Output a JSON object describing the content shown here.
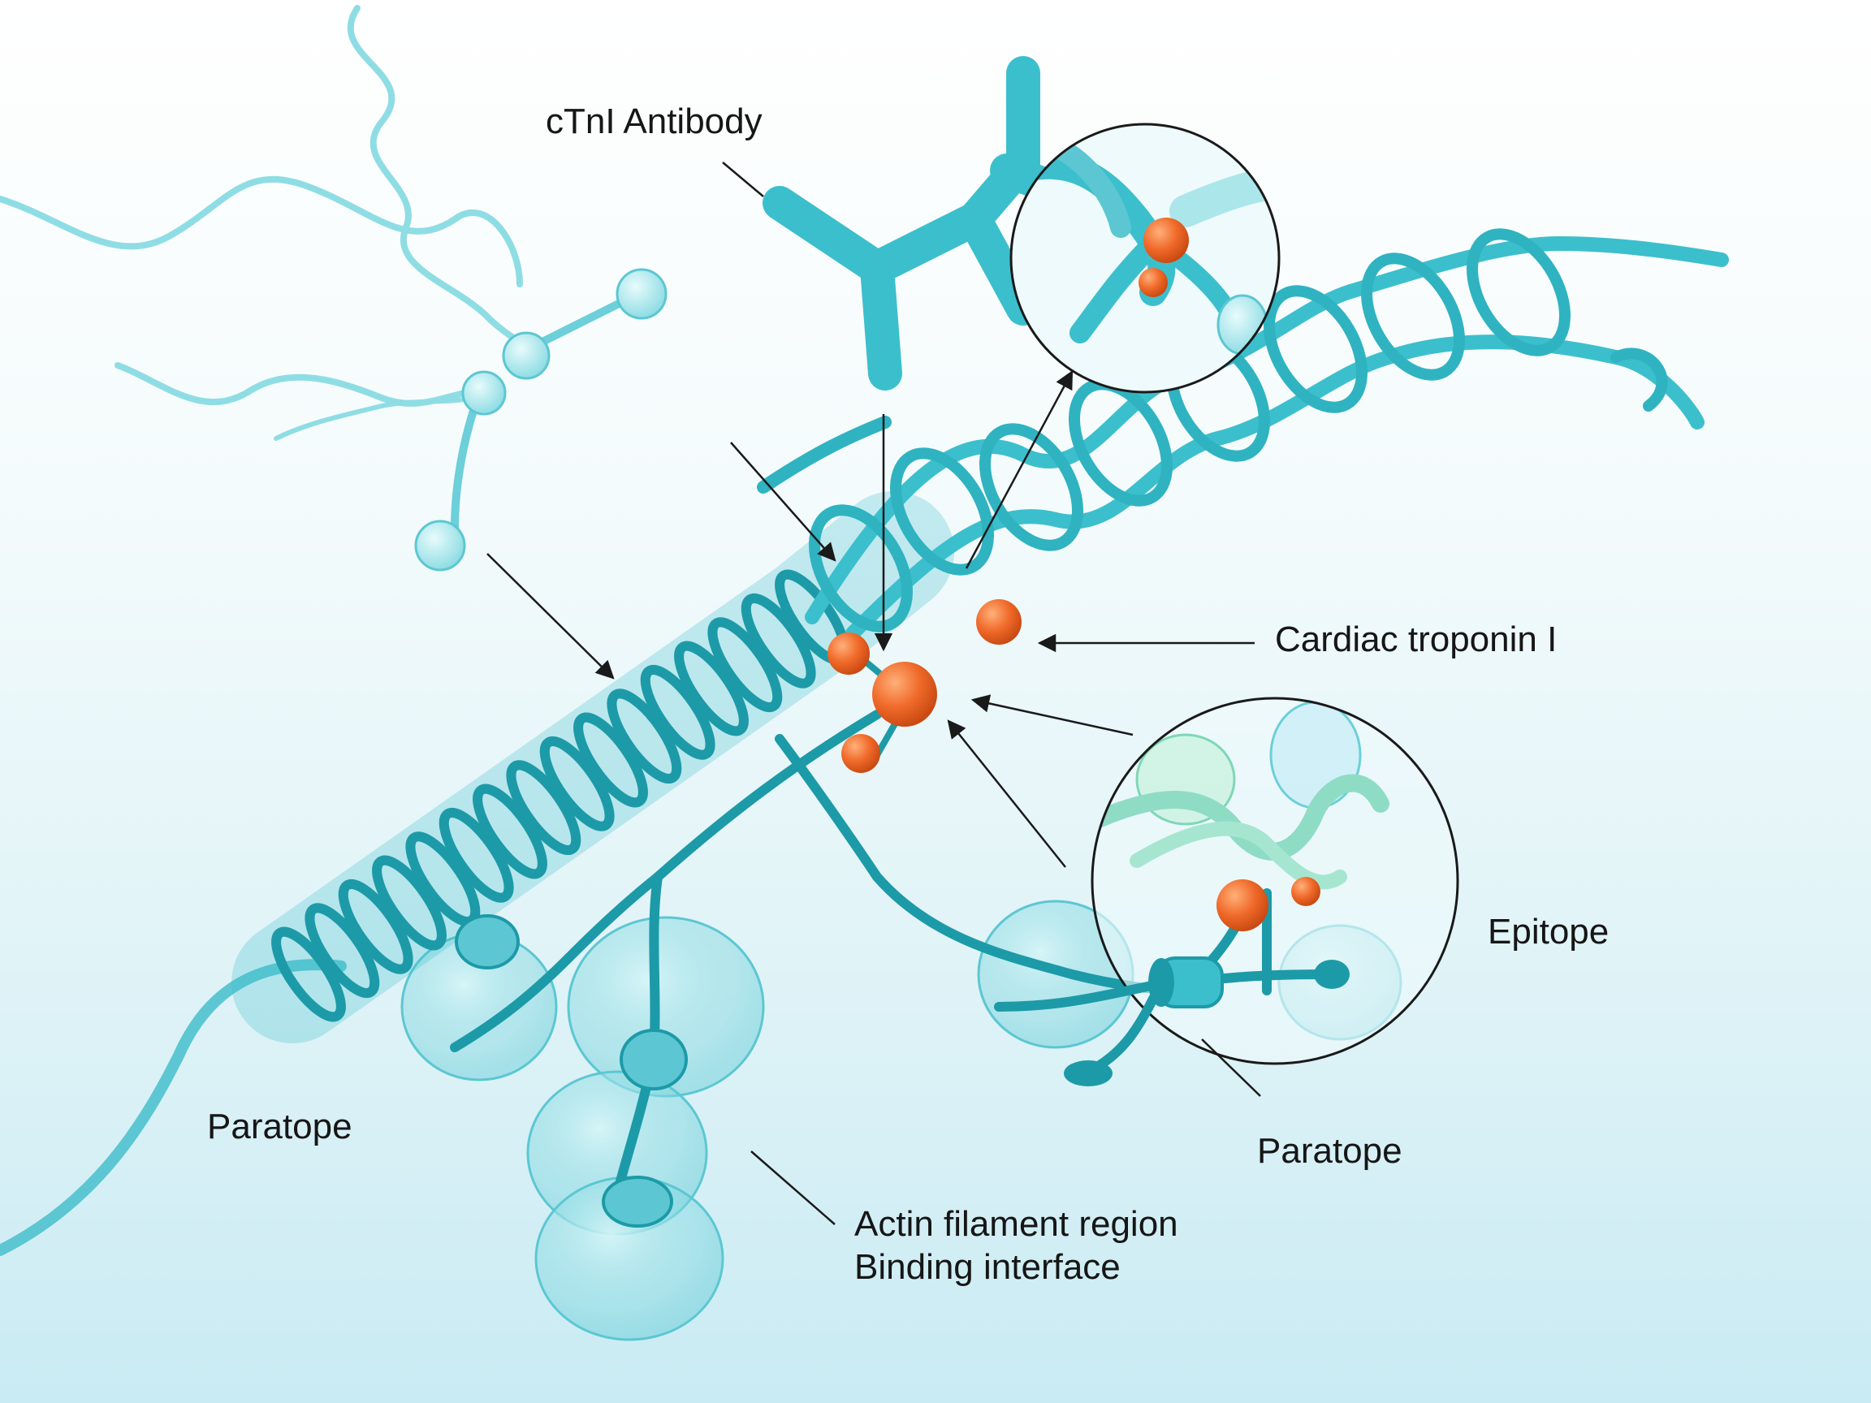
{
  "labels": {
    "antibody": "cTnI Antibody",
    "troponin": "Cardiac troponin I",
    "epitope": "Epitope",
    "paratope_left": "Paratope",
    "paratope_right": "Paratope",
    "actin_line1": "Actin filament region",
    "actin_line2": "Binding interface"
  },
  "colors": {
    "protein": "#3cbfcc",
    "protein_dark": "#1d9aa8",
    "protein_light": "#8fdde4",
    "binding_site": "#f06a2a",
    "binding_site_dark": "#c94a12",
    "arrow": "#1a1a1a",
    "background_top": "#ffffff",
    "background_bottom": "#c9ebf3"
  }
}
